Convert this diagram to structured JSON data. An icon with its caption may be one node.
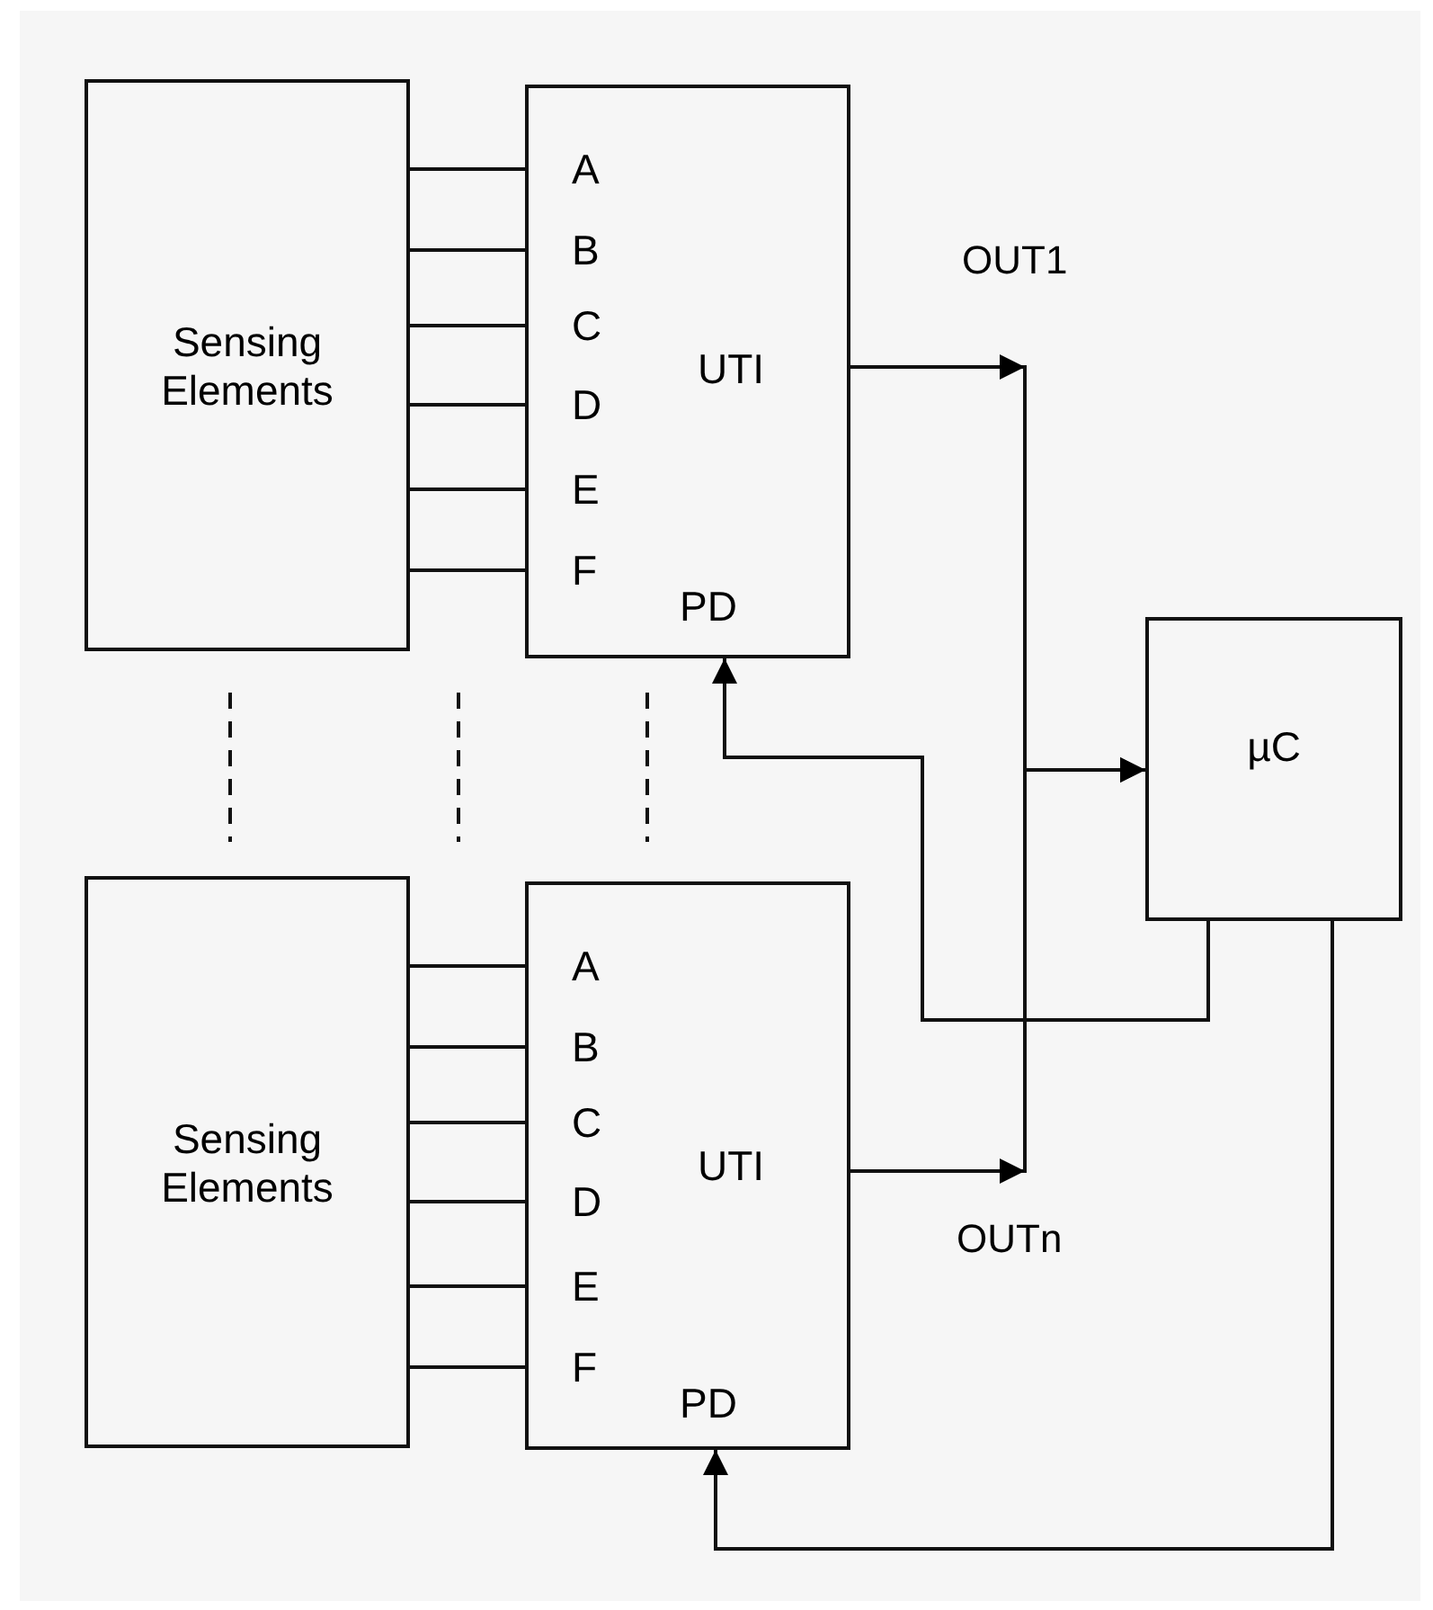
{
  "diagram": {
    "nodes": [
      {
        "text": [
          "Sensing Elements"
        ]
      },
      {
        "text": [
          "A",
          "B",
          "C",
          "D",
          "E",
          "F",
          "UTI",
          "PD"
        ]
      },
      {
        "text": [
          "µC"
        ]
      },
      {
        "text": [
          "Sensing Elements"
        ]
      },
      {
        "text": [
          "A",
          "B",
          "C",
          "D",
          "E",
          "F",
          "UTI",
          "PD"
        ]
      }
    ],
    "edges": [
      {
        "from": 0,
        "to": 1,
        "arrow": "none"
      },
      {
        "from": 0,
        "to": 1,
        "arrow": "none"
      },
      {
        "from": 0,
        "to": 1,
        "arrow": "none"
      },
      {
        "from": 0,
        "to": 1,
        "arrow": "none"
      },
      {
        "from": 0,
        "to": 1,
        "arrow": "none"
      },
      {
        "from": 0,
        "to": 1,
        "arrow": "none"
      },
      {
        "from": 3,
        "to": 4,
        "arrow": "none"
      },
      {
        "from": 3,
        "to": 4,
        "arrow": "none"
      },
      {
        "from": 3,
        "to": 4,
        "arrow": "none"
      },
      {
        "from": 3,
        "to": 4,
        "arrow": "none"
      },
      {
        "from": 3,
        "to": 4,
        "arrow": "none"
      },
      {
        "from": 3,
        "to": 4,
        "arrow": "none"
      },
      {
        "from": 1,
        "to": 2,
        "arrow": "to",
        "label": "OUT1"
      },
      {
        "from": 4,
        "to": 2,
        "arrow": "to",
        "label": "OUTn"
      },
      {
        "from": 2,
        "to": 1,
        "arrow": "to"
      },
      {
        "from": 2,
        "to": 4,
        "arrow": "to"
      }
    ]
  }
}
